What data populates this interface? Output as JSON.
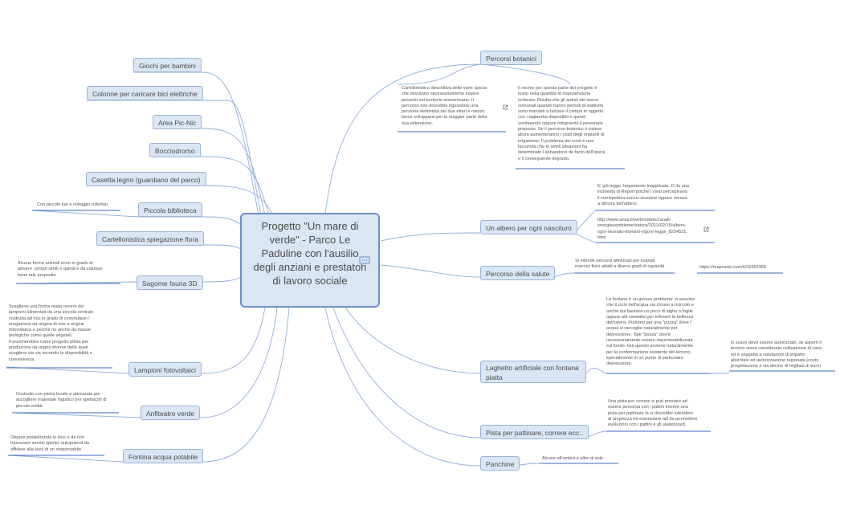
{
  "center": {
    "title": "Progetto \"Un mare di verde\" - Parco Le Paduline con l'ausilio degli anziani e prestatori di lavoro sociale",
    "icon": "comment-icon"
  },
  "left": {
    "giochi": "Giochi per bambini",
    "colonne": "Colonne per caricare bici elettriche",
    "picnic": "Area Pic-Nic",
    "bocciodromo": "Bocciodromo",
    "casetta": "Casetta legno (guardiano del parco)",
    "biblioteca": "Piccola biblioteca",
    "biblioteca_note": "Con piccolo bar e noleggio rollerbar",
    "cartellonistica": "Cartellonistica spiegazione flora",
    "sagome": "Sagome fauna 3D",
    "sagome_note": "Alcune forme animali sono in grado di\nattrarre i propri simili e quindi è da valutare\nbene tale proposito",
    "lampioni": "Lampioni fotovoltaici",
    "lampioni_note": "Sceglierei una forma mista ovvero dei\nlampioni alimentati da una piccola centrale\ncostruita ad hoc in grado di commutare l'\nerogazione da origine di rete a origine\nfotovoltaica e perché no anche da masse\nbiologiche come quelle vegetali.\nFunzionerebbe come progetto pilota per\nproduzione da origini diverse dalle quali\nscegliere via via secondo la disponibilità e\nconvenienza.",
    "anfiteatro": "Anfiteatro verde",
    "anfiteatro_note": "Costruito con pietra locale e attrezzato per\naccogliere materiale logistico per spettacoli di\npiccole entità",
    "fontina": "Fontina acqua potabile",
    "fontina_note": "Oppure potabilizzata in loco e da non\ntrascurare servizi igienici autopulenti da\naffidare alla cura di un responsabile."
  },
  "right": {
    "botanici": "Percorsi botanici",
    "botanici_note1": "Cartellonistica descrittiva delle varie specie\nche dovranno necessariamente essere\npresenti nel territorio maremmano. Il\npercorso non dovrebbe riguardare una\nporzione delimitata dei due ettari e mezzo\nbensì svilupparsi per la maggior parte della\nsua estensione.",
    "botanici_note2": "Il rischio per questa parte del progetto è\ninsito nella quantità di manutenzione\nrichiesta. Risulta che gli autisti dei mezzi\ncomunali quando hanno periodi di inattività\nsono mandati a falciare il campo in oggetto\ncon i taglaerba disponibili e quindi\nsostituendo oppure integrando il personale\npreposto. Se il percorso botanico è esteso\nallora aumenteranno i costi degli impianti di\nirrigazione. Il problema dei costi è una\nfaccenda che in simili situazioni ha\ndeterminato l'abbandono de facto dell'opera\ne il conseguente degrado.",
    "albero": "Un albero per ogni nascituro",
    "albero_note1": "E' già legge, largamente inapplicata. Ci fu una\ninchiesta di Report poiché i vivai percepivano\nil corrispettivo senza cessione oppure messa\na dimora dell'albero.",
    "albero_note2": "http://www.ansa.it/web/notizie/canali/\nenergiaeambiente/natura/2013/02/15/albero-\nogni-neonato-domani-vigore-legge_8254531.\nhtml",
    "salute": "Percorso della salute",
    "salute_note": "Si intende percorsi attrezzati per svariati\nesercizi fisici adatti a diversi gradi di capacità",
    "salute_link": "https://mapcarta.com/it/32952306",
    "laghetto": "Laghetto artificiale con fontana piatta",
    "laghetto_note": "La fontana è un grosso problema: si assume\nche il ciclo dell'acqua sia chiuso a ricircolo e\nanche qui bastano un poco di alghe o foglie\noppure atti vandalici per inficiare la bellezza\ndell'opera. Punterei per una \"pozza\" dove l'\nacqua si raccoglia naturalmente per\ndepressione. Tale \"pozza\" dovrà\nnecessariamente essere impermeabilizzata\nsul fondo. Già questo avviene naturalmente\nper la conformazione esistente del terreno,\nspecialmente in un punto di particolare\ndepressione.",
    "laghetto_note2": "lo scavo deve essere autorizzato, se asporti il\nterreno viene considerata coltivazione di cava\ned è soggetta a valutazioni di impatto\nabientale ed autorizzazione regionale.(costo\nprogettazione e via decine di migliaia di euro)",
    "pista": "Pista per pattinare, correre ecc..",
    "pista_note": "Una pista per correre si può prestare ad\nessere percorsa con i pattini mentre una\npista per pattinare la si dovrebbe intendere\ndi ampiezza ed estensione tali da permettere\nevoluzioni con i pattini e gli skateboard.",
    "panchine": "Panchine",
    "panchine_note": "Alcune all'ombra e altre al sole"
  },
  "icons": {
    "link": "external-link-icon"
  },
  "colors": {
    "line": "#7fa3d9",
    "node_fill": "#dbe6f4",
    "node_border": "#9bb3d6",
    "center_border": "#6b8fc8",
    "text": "#4a4a4a"
  }
}
